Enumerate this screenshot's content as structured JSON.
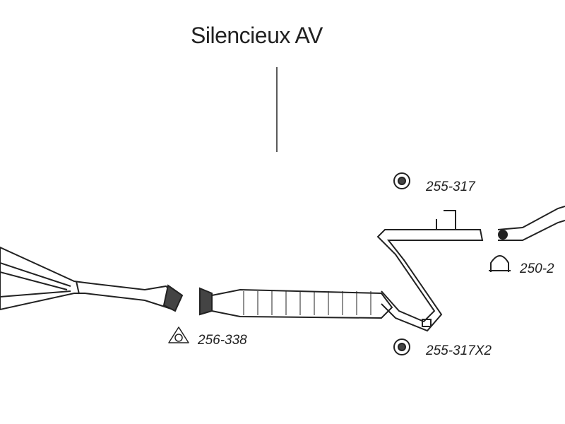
{
  "title": "Silencieux AV",
  "parts": [
    {
      "ref": "255-317",
      "icon": "rubber-ring-icon"
    },
    {
      "ref": "250-2",
      "icon": "clamp-icon"
    },
    {
      "ref": "256-338",
      "icon": "gasket-icon"
    },
    {
      "ref": "255-317X2",
      "icon": "rubber-ring-icon"
    }
  ]
}
